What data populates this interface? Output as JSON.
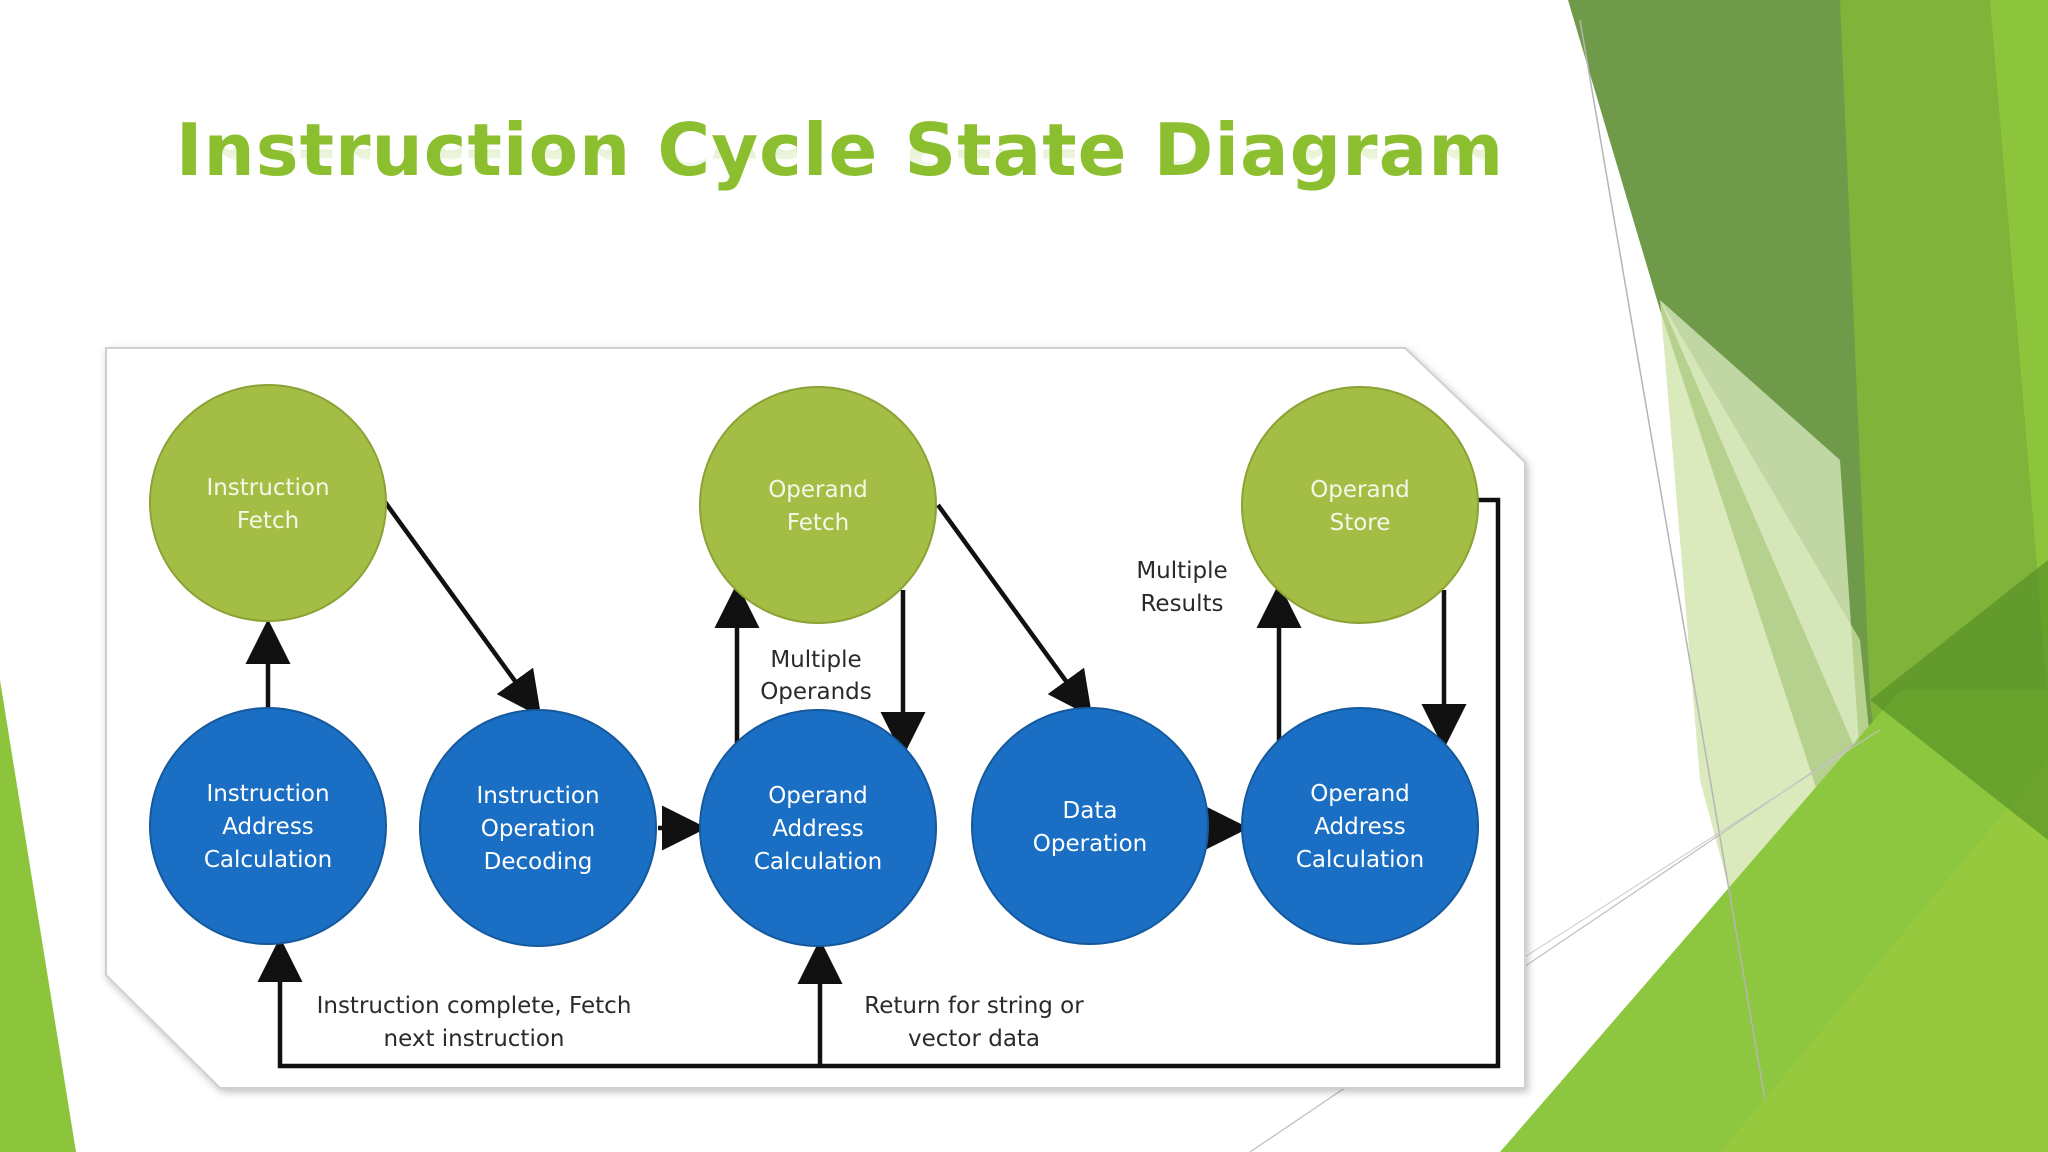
{
  "slide": {
    "title": "Instruction Cycle State Diagram"
  },
  "colors": {
    "title": "#8cbf2f",
    "green_node": "#a4bd45",
    "blue_node": "#1a6fc4",
    "arrow": "#111111",
    "accent_green_dark": "#5f9a35",
    "accent_green_light": "#8cc43c"
  },
  "nodes": {
    "instruction_fetch": [
      "Instruction",
      "Fetch"
    ],
    "operand_fetch_top": [
      "Operand",
      "Fetch"
    ],
    "operand_store": [
      "Operand",
      "Store"
    ],
    "instruction_address_calc": [
      "Instruction",
      "Address",
      "Calculation"
    ],
    "instruction_operation_decoding": [
      "Instruction",
      "Operation",
      "Decoding"
    ],
    "operand_address_calc_1": [
      "Operand",
      "Address",
      "Calculation"
    ],
    "data_operation": [
      "Data",
      "Operation"
    ],
    "operand_address_calc_2": [
      "Operand",
      "Address",
      "Calculation"
    ]
  },
  "edge_labels": {
    "multiple_operands": [
      "Multiple",
      "Operands"
    ],
    "multiple_results": [
      "Multiple",
      "Results"
    ],
    "instruction_complete": [
      "Instruction complete, Fetch",
      "next instruction"
    ],
    "return_for_string": [
      "Return for string or",
      "vector data"
    ]
  }
}
